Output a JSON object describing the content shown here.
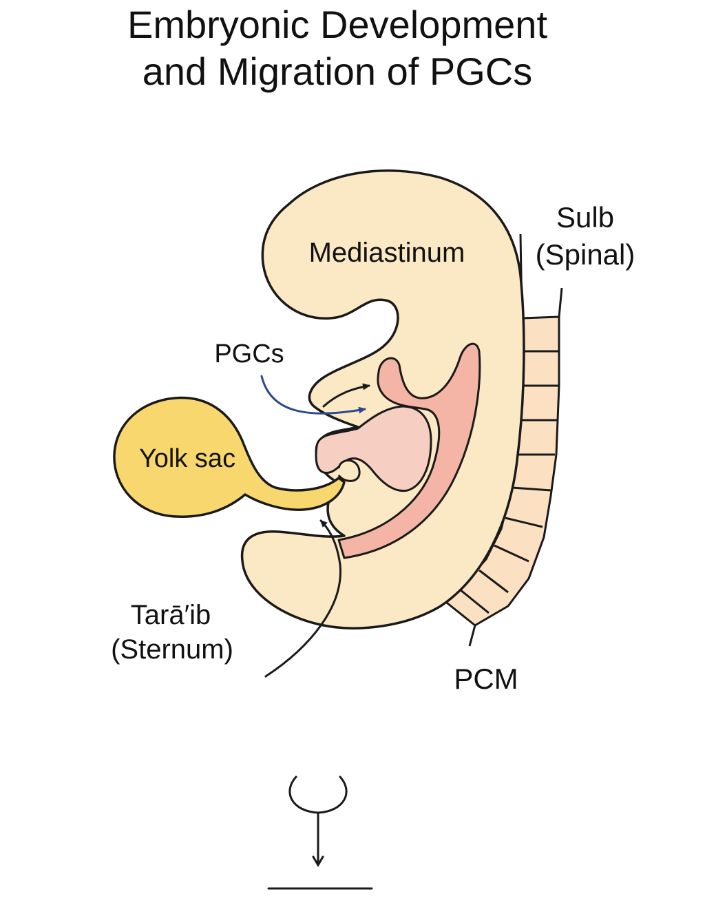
{
  "title": {
    "line1": "Embryonic Development",
    "line2": "and Migration of PGCs"
  },
  "labels": {
    "mediastinum": "Mediastinum",
    "sulb_name": "Sulb",
    "sulb_translation": "(Spinal)",
    "pgcs": "PGCs",
    "yolk_sac": "Yolk sac",
    "taraib_name": "Tarā′ib",
    "taraib_translation": "(Sternum)",
    "pcm": "PCM"
  },
  "colors": {
    "embryo_fill": "#fbe8c4",
    "yolk_fill": "#f8d86e",
    "gut_fill": "#f4b5a6",
    "gonad_fill": "#f6cfc2",
    "vertebra_fill": "#fbe0c2",
    "outline": "#1a1a1a",
    "pgc_arrow": "#2b4a8a"
  },
  "icons": {
    "bottom_symbol": "female-venus-like-symbol-icon"
  }
}
